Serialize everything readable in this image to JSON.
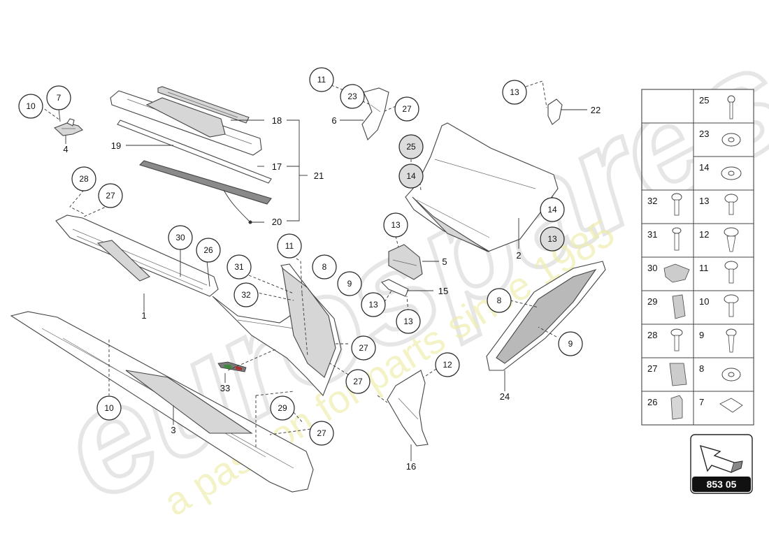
{
  "watermark": {
    "logo": "eurospares",
    "slogan": "a passion for parts since 1985"
  },
  "callouts": [
    {
      "id": "c-10a",
      "label": "10"
    },
    {
      "id": "c-7",
      "label": "7"
    },
    {
      "id": "c-28",
      "label": "28"
    },
    {
      "id": "c-27a",
      "label": "27"
    },
    {
      "id": "c-30",
      "label": "30"
    },
    {
      "id": "c-26",
      "label": "26"
    },
    {
      "id": "c-11a",
      "label": "11"
    },
    {
      "id": "c-31",
      "label": "31"
    },
    {
      "id": "c-32",
      "label": "32"
    },
    {
      "id": "c-8a",
      "label": "8"
    },
    {
      "id": "c-9a",
      "label": "9"
    },
    {
      "id": "c-11b",
      "label": "11"
    },
    {
      "id": "c-23",
      "label": "23"
    },
    {
      "id": "c-27b",
      "label": "27"
    },
    {
      "id": "c-25",
      "label": "25"
    },
    {
      "id": "c-14a",
      "label": "14"
    },
    {
      "id": "c-13a",
      "label": "13"
    },
    {
      "id": "c-13b",
      "label": "13"
    },
    {
      "id": "c-13c",
      "label": "13"
    },
    {
      "id": "c-13d",
      "label": "13"
    },
    {
      "id": "c-14b",
      "label": "14"
    },
    {
      "id": "c-13e",
      "label": "13"
    },
    {
      "id": "c-8b",
      "label": "8"
    },
    {
      "id": "c-9b",
      "label": "9"
    },
    {
      "id": "c-27c",
      "label": "27"
    },
    {
      "id": "c-27d",
      "label": "27"
    },
    {
      "id": "c-12",
      "label": "12"
    },
    {
      "id": "c-10b",
      "label": "10"
    },
    {
      "id": "c-29",
      "label": "29"
    },
    {
      "id": "c-27e",
      "label": "27"
    }
  ],
  "labels": [
    {
      "id": "l-4",
      "label": "4"
    },
    {
      "id": "l-18",
      "label": "18"
    },
    {
      "id": "l-19",
      "label": "19"
    },
    {
      "id": "l-17",
      "label": "17"
    },
    {
      "id": "l-21",
      "label": "21"
    },
    {
      "id": "l-20",
      "label": "20"
    },
    {
      "id": "l-6",
      "label": "6"
    },
    {
      "id": "l-22",
      "label": "22"
    },
    {
      "id": "l-2",
      "label": "2"
    },
    {
      "id": "l-5",
      "label": "5"
    },
    {
      "id": "l-15",
      "label": "15"
    },
    {
      "id": "l-1",
      "label": "1"
    },
    {
      "id": "l-33",
      "label": "33"
    },
    {
      "id": "l-3",
      "label": "3"
    },
    {
      "id": "l-16",
      "label": "16"
    },
    {
      "id": "l-24",
      "label": "24"
    }
  ],
  "hardware_table": {
    "rows": [
      {
        "left": "25",
        "right": ""
      },
      {
        "left": "23",
        "right": ""
      },
      {
        "left": "14",
        "right": ""
      },
      {
        "left": "32",
        "right": "13"
      },
      {
        "left": "31",
        "right": "12"
      },
      {
        "left": "30",
        "right": "11"
      },
      {
        "left": "29",
        "right": "10"
      },
      {
        "left": "28",
        "right": "9"
      },
      {
        "left": "27",
        "right": "8"
      },
      {
        "left": "26",
        "right": "7"
      }
    ]
  },
  "reference_badge": {
    "code": "853 05"
  }
}
